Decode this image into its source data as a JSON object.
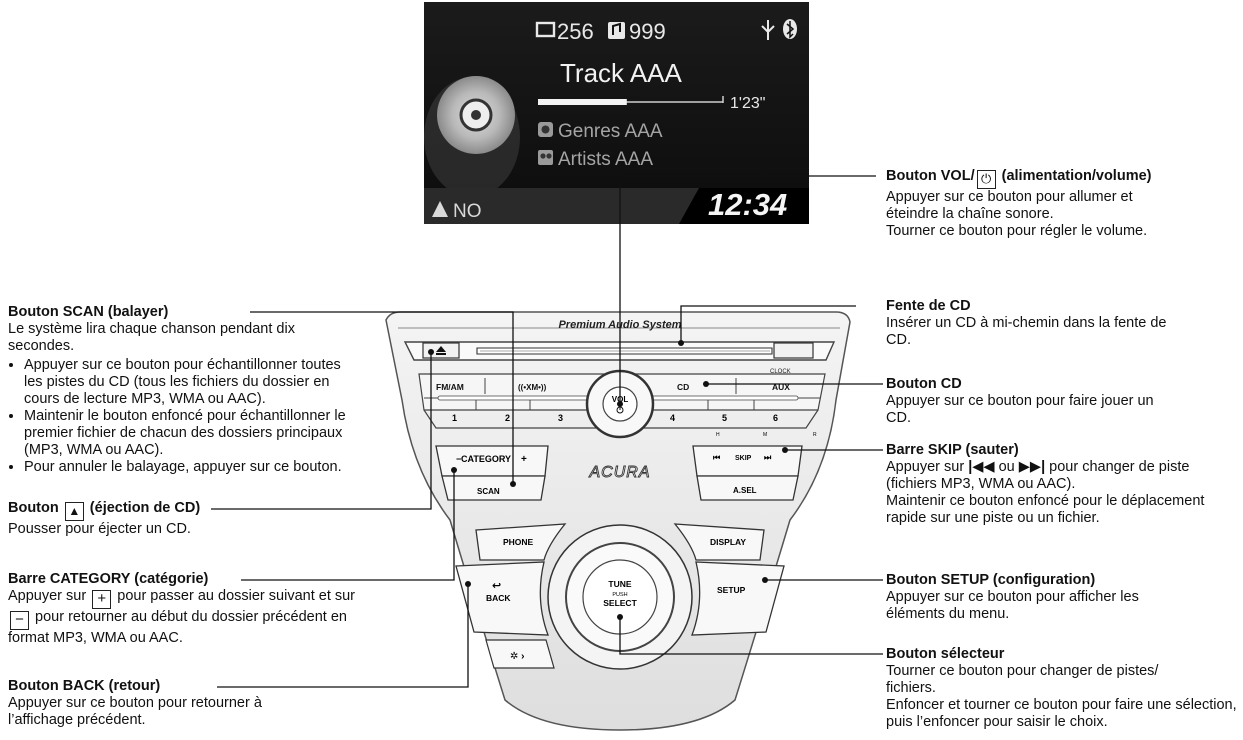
{
  "screen": {
    "folder_count": "256",
    "track_count": "999",
    "track_title": "Track AAA",
    "elapsed": "1'23\"",
    "progress": 0.48,
    "genre": "Genres AAA",
    "artist": "Artists AAA",
    "heading": "NO",
    "clock": "12:34"
  },
  "panel": {
    "brand_text": "Premium Audio System",
    "clock_label": "CLOCK",
    "fm_am": "FM/AM",
    "xm": "((•XM•))",
    "cd": "CD",
    "aux": "AUX",
    "presets": [
      "1",
      "2",
      "3",
      "4",
      "5",
      "6"
    ],
    "preset_marks": [
      "H",
      "M",
      "R"
    ],
    "vol": "VOL",
    "category": "CATEGORY",
    "minus": "−",
    "plus": "+",
    "scan": "SCAN",
    "acura": "ACURA",
    "skip": "SKIP",
    "asel": "A.SEL",
    "phone": "PHONE",
    "display": "DISPLAY",
    "back": "BACK",
    "setup": "SETUP",
    "tune": "TUNE",
    "push": "PUSH",
    "select": "SELECT"
  },
  "callouts": {
    "scan": {
      "title": "Bouton SCAN (balayer)",
      "intro": "Le système lira chaque chanson pendant dix secondes.",
      "bullets": [
        "Appuyer sur ce bouton pour échantillonner toutes les pistes du CD (tous les fichiers du dossier en cours de lecture MP3, WMA ou AAC).",
        "Maintenir le bouton enfoncé pour échantillonner le premier fichier de chacun des dossiers principaux (MP3, WMA ou AAC).",
        "Pour annuler le balayage, appuyer sur ce bouton."
      ]
    },
    "eject": {
      "title_pre": "Bouton",
      "title_post": "(éjection de CD)",
      "text": "Pousser pour éjecter un CD."
    },
    "category": {
      "title": "Barre CATEGORY (catégorie)",
      "text1": "Appuyer sur",
      "text2": "pour passer au dossier suivant et sur",
      "text3": "pour retourner au début du dossier précédent en format MP3, WMA ou AAC."
    },
    "back": {
      "title": "Bouton BACK (retour)",
      "text": "Appuyer sur ce bouton pour retourner à l’affichage précédent."
    },
    "vol": {
      "title_pre": "Bouton VOL/",
      "title_post": "(alimentation/volume)",
      "lines": [
        "Appuyer sur ce bouton pour allumer et éteindre la chaîne sonore.",
        "Tourner ce bouton pour régler le volume."
      ]
    },
    "slot": {
      "title": "Fente de CD",
      "text": "Insérer un CD à mi-chemin dans la fente de CD."
    },
    "cd": {
      "title": "Bouton CD",
      "text": "Appuyer sur ce bouton pour faire jouer un CD."
    },
    "skip": {
      "title": "Barre SKIP (sauter)",
      "text1": "Appuyer sur",
      "text_or": "ou",
      "text2": "pour changer de piste (fichiers MP3, WMA ou AAC).",
      "text3": "Maintenir ce bouton enfoncé pour le déplacement rapide sur une piste ou un fichier."
    },
    "setup": {
      "title": "Bouton SETUP (configuration)",
      "text": "Appuyer sur ce bouton pour afficher les éléments du menu."
    },
    "selector": {
      "title": "Bouton sélecteur",
      "lines": [
        "Tourner ce bouton pour changer de pistes/ fichiers.",
        "Enfoncer et tourner ce bouton pour faire une sélection, puis l’enfoncer pour saisir le choix."
      ]
    }
  }
}
